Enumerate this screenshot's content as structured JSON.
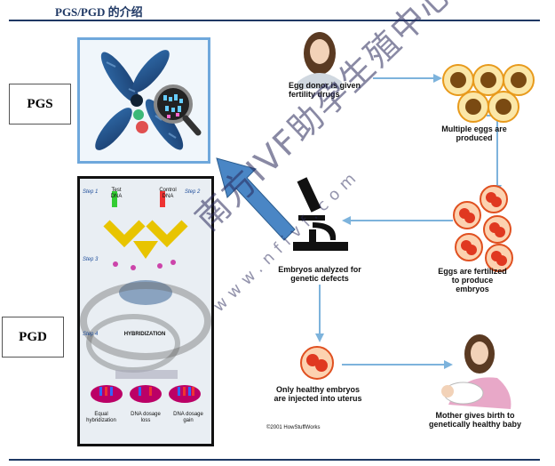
{
  "header": {
    "title": "PGS/PGD 的介绍"
  },
  "labels": {
    "pgs": "PGS",
    "pgd": "PGD"
  },
  "diagram": {
    "egg_donor": "Egg donor is given fertility drugs",
    "multiple_eggs": "Multiple eggs are produced",
    "eggs_fertilized": "Eggs are fertilized to produce embryos",
    "embryos_analyzed": "Embryos analyzed for genetic defects",
    "only_healthy": "Only healthy embryos are injected into uterus",
    "mother_birth": "Mother gives birth to genetically healthy baby",
    "copyright": "©2001 HowStuffWorks"
  },
  "pgd_panel": {
    "step1": "Step 1",
    "step2": "Step 2",
    "step3": "Step 3",
    "step4": "Step 4",
    "test_dna": "Test DNA",
    "control_dna": "Control DNA",
    "hybridization": "HYBRIDIZATION",
    "equal": "Equal hybridization",
    "loss": "DNA dosage loss",
    "gain": "DNA dosage gain"
  },
  "watermark": {
    "text": "南方IVF助孕生殖中心",
    "url": "www.nfivf.com"
  },
  "colors": {
    "navy": "#1f3864",
    "arrow_blue": "#4a86c5",
    "flow_line": "#7db3dc",
    "egg_orange": "#f0a030",
    "embryo_red": "#e04020"
  }
}
